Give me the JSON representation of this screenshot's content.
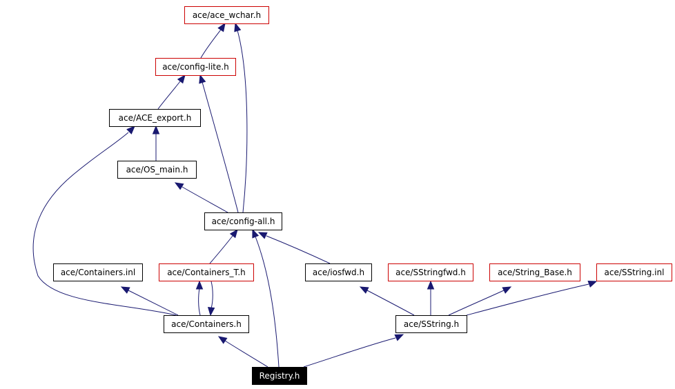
{
  "colors": {
    "background": "#ffffff",
    "edge": "#191970",
    "arrowhead": "#191970",
    "node_border_default": "#000000",
    "node_border_external": "#cc0000",
    "node_fill_default": "#ffffff",
    "node_fill_current": "#000000",
    "node_text_default": "#000000",
    "node_text_current": "#ffffff"
  },
  "nodes": [
    {
      "id": "ace_wchar",
      "label": "ace/ace_wchar.h",
      "kind": "external"
    },
    {
      "id": "config_lite",
      "label": "ace/config-lite.h",
      "kind": "external"
    },
    {
      "id": "ace_export",
      "label": "ace/ACE_export.h",
      "kind": "default"
    },
    {
      "id": "os_main",
      "label": "ace/OS_main.h",
      "kind": "default"
    },
    {
      "id": "config_all",
      "label": "ace/config-all.h",
      "kind": "default"
    },
    {
      "id": "containers_inl",
      "label": "ace/Containers.inl",
      "kind": "default"
    },
    {
      "id": "containers_t",
      "label": "ace/Containers_T.h",
      "kind": "external"
    },
    {
      "id": "iosfwd",
      "label": "ace/iosfwd.h",
      "kind": "default"
    },
    {
      "id": "sstringfwd",
      "label": "ace/SStringfwd.h",
      "kind": "external"
    },
    {
      "id": "string_base",
      "label": "ace/String_Base.h",
      "kind": "external"
    },
    {
      "id": "sstring_inl",
      "label": "ace/SString.inl",
      "kind": "external"
    },
    {
      "id": "containers_h",
      "label": "ace/Containers.h",
      "kind": "default"
    },
    {
      "id": "sstring_h",
      "label": "ace/SString.h",
      "kind": "default"
    },
    {
      "id": "registry_h",
      "label": "Registry.h",
      "kind": "current"
    }
  ],
  "edges": [
    {
      "from": "config_lite",
      "to": "ace_wchar"
    },
    {
      "from": "config_all",
      "to": "ace_wchar"
    },
    {
      "from": "ace_export",
      "to": "config_lite"
    },
    {
      "from": "config_all",
      "to": "config_lite"
    },
    {
      "from": "os_main",
      "to": "ace_export"
    },
    {
      "from": "containers_h",
      "to": "ace_export"
    },
    {
      "from": "config_all",
      "to": "os_main"
    },
    {
      "from": "containers_t",
      "to": "config_all"
    },
    {
      "from": "iosfwd",
      "to": "config_all"
    },
    {
      "from": "registry_h",
      "to": "config_all"
    },
    {
      "from": "containers_h",
      "to": "containers_inl"
    },
    {
      "from": "containers_h",
      "to": "containers_t"
    },
    {
      "from": "containers_t",
      "to": "containers_h"
    },
    {
      "from": "sstring_h",
      "to": "iosfwd"
    },
    {
      "from": "sstring_h",
      "to": "sstringfwd"
    },
    {
      "from": "sstring_h",
      "to": "string_base"
    },
    {
      "from": "sstring_h",
      "to": "sstring_inl"
    },
    {
      "from": "registry_h",
      "to": "containers_h"
    },
    {
      "from": "registry_h",
      "to": "sstring_h"
    }
  ]
}
